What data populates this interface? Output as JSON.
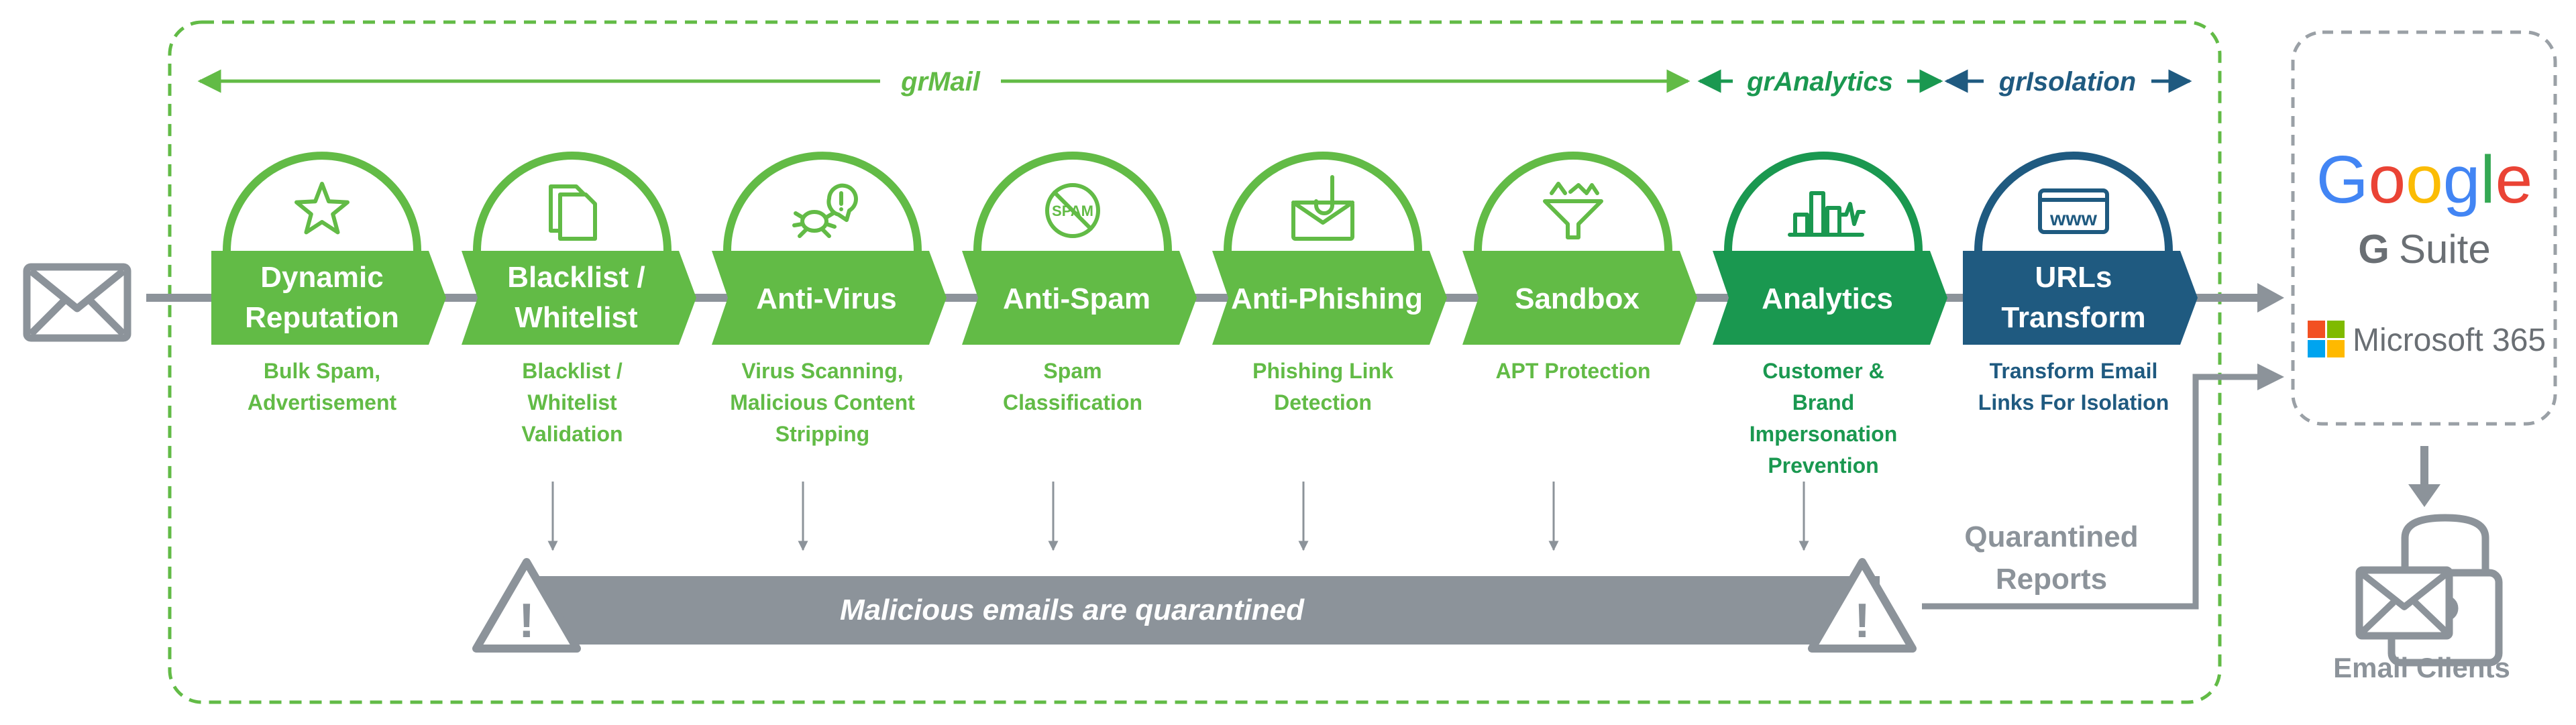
{
  "sections": {
    "grmail": "grMail",
    "granalytics": "grAnalytics",
    "grisolation": "grIsolation"
  },
  "stages": [
    {
      "title": [
        "Dynamic",
        "Reputation"
      ],
      "desc": [
        "Bulk Spam,",
        "Advertisement"
      ],
      "icon": "star-icon",
      "variant": "green",
      "arrow": false
    },
    {
      "title": [
        "Blacklist /",
        "Whitelist"
      ],
      "desc": [
        "Blacklist /",
        "Whitelist",
        "Validation"
      ],
      "icon": "documents-icon",
      "variant": "green",
      "arrow": true
    },
    {
      "title": [
        "Anti-Virus"
      ],
      "desc": [
        "Virus Scanning,",
        "Malicious Content",
        "Stripping"
      ],
      "icon": "virus-bug-icon",
      "variant": "green",
      "arrow": true
    },
    {
      "title": [
        "Anti-Spam"
      ],
      "desc": [
        "Spam",
        "Classification"
      ],
      "icon": "no-spam-icon",
      "icon_text": "SPAM",
      "variant": "green",
      "arrow": true
    },
    {
      "title": [
        "Anti-Phishing"
      ],
      "desc": [
        "Phishing Link",
        "Detection"
      ],
      "icon": "phishing-hook-icon",
      "variant": "green",
      "arrow": true
    },
    {
      "title": [
        "Sandbox"
      ],
      "desc": [
        "APT Protection"
      ],
      "icon": "sandbox-funnel-icon",
      "variant": "green",
      "arrow": true
    },
    {
      "title": [
        "Analytics"
      ],
      "desc": [
        "Customer &",
        "Brand",
        "Impersonation",
        "Prevention"
      ],
      "icon": "analytics-chart-icon",
      "variant": "dark-green",
      "arrow": true
    },
    {
      "title": [
        "URLs",
        "Transform"
      ],
      "desc": [
        "Transform Email",
        "Links For Isolation"
      ],
      "icon": "www-browser-icon",
      "icon_text": "www",
      "variant": "navy",
      "arrow": false
    }
  ],
  "quarantine": {
    "banner": "Malicious emails are quarantined",
    "reports": [
      "Quarantined",
      "Reports"
    ]
  },
  "providers": {
    "google": [
      "G",
      "o",
      "o",
      "g",
      "l",
      "e"
    ],
    "gsuite": "Suite",
    "microsoft": "Microsoft 365"
  },
  "email_clients": "Email Clients",
  "colors": {
    "green": "#62bb46",
    "dark_green": "#1a9850",
    "navy": "#1f5a80",
    "gray": "#8c939a",
    "google_blue": "#4285f4",
    "google_red": "#ea4335",
    "google_yellow": "#fbbc05",
    "google_green": "#34a853",
    "ms_red": "#f25022",
    "ms_green": "#7fba00",
    "ms_blue": "#00a4ef",
    "ms_yellow": "#ffb900"
  }
}
